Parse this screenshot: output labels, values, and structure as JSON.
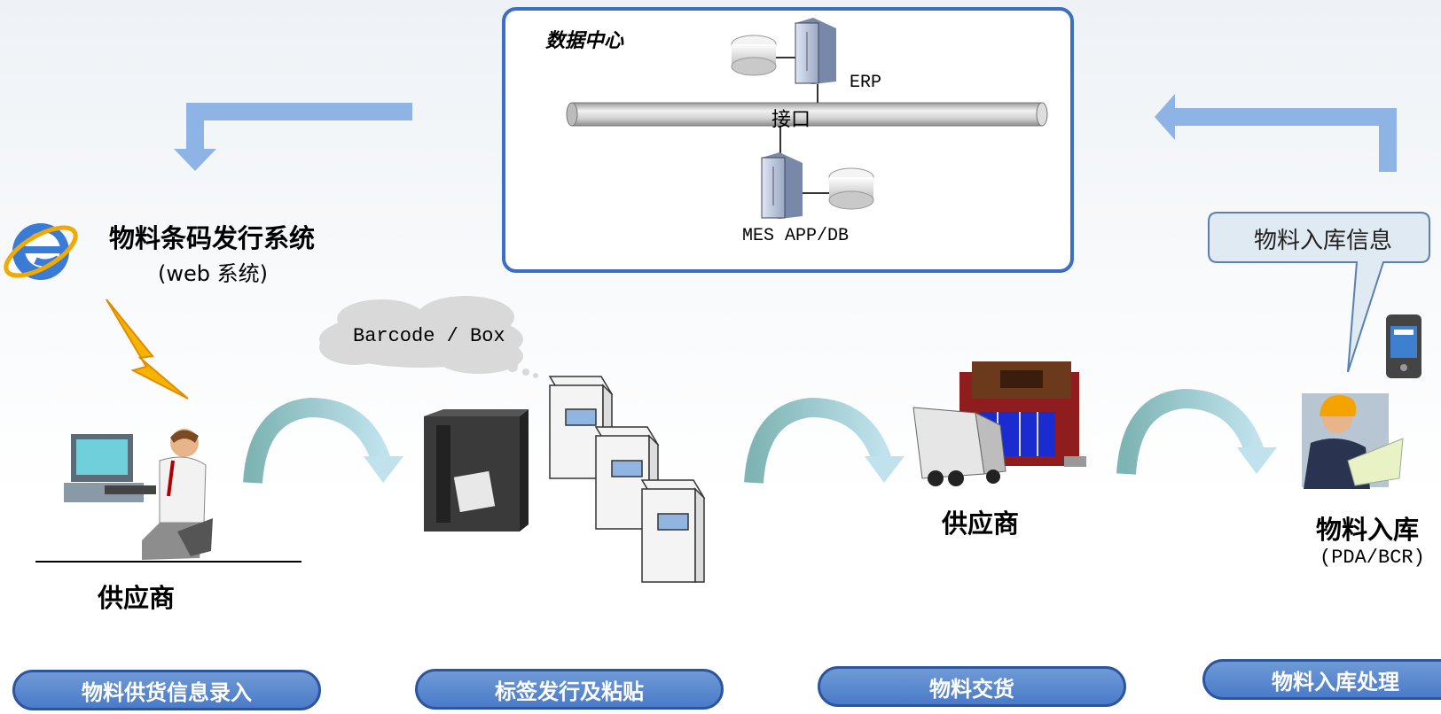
{
  "data_center": {
    "title": "数据中心",
    "erp_label": "ERP",
    "interface_label": "接口",
    "mes_label": "MES APP/DB"
  },
  "barcode_system": {
    "title": "物料条码发行系统",
    "subtitle": "(web 系统)"
  },
  "cloud": {
    "text": "Barcode / Box"
  },
  "supplier_left": {
    "label": "供应商"
  },
  "supplier_middle": {
    "label": "供应商"
  },
  "receiving": {
    "title": "物料入库",
    "subtitle": "(PDA/BCR)"
  },
  "speech_bubble": {
    "text": "物料入库信息"
  },
  "steps": [
    {
      "label": "物料供货信息录入"
    },
    {
      "label": "标签发行及粘贴"
    },
    {
      "label": "物料交货"
    },
    {
      "label": "物料入库处理"
    }
  ],
  "colors": {
    "accent_blue": "#3b6fc4",
    "arrow_blue": "#8db4e4",
    "curve_arrow": "#9ec9d6",
    "bolt": "#f4b400"
  }
}
